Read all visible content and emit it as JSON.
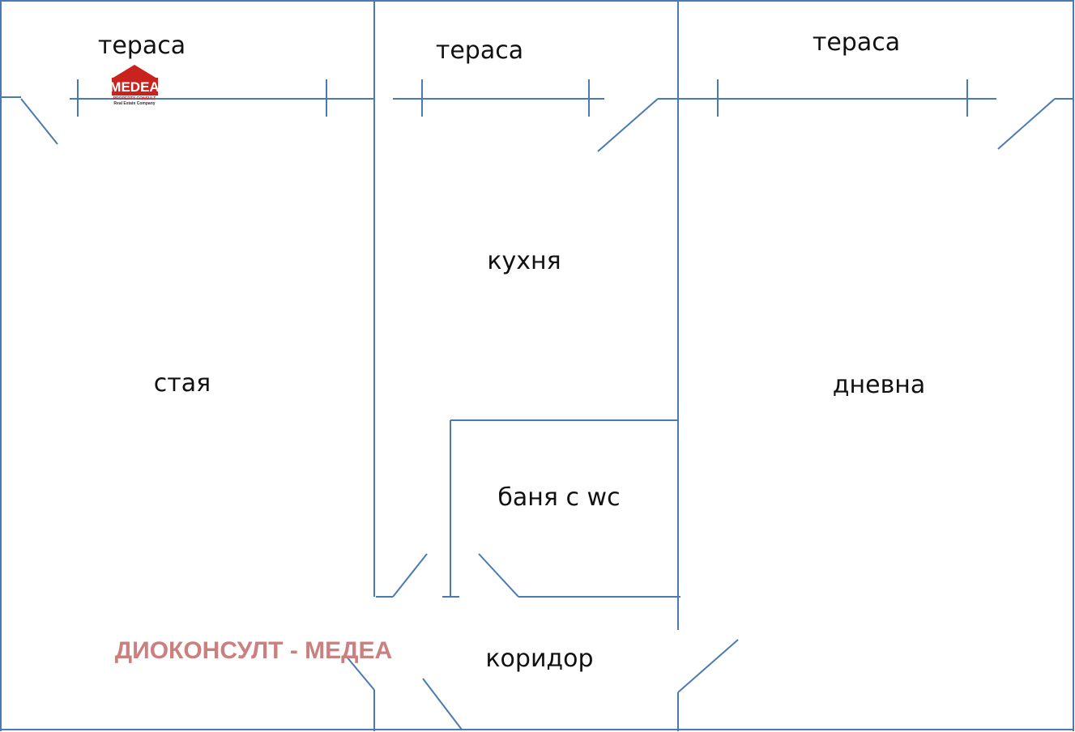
{
  "rooms": {
    "terrace_left": "тераса",
    "terrace_middle": "тераса",
    "terrace_right": "тераса",
    "kitchen": "кухня",
    "bedroom": "стая",
    "living_room": "дневна",
    "bathroom": "баня с wc",
    "corridor": "коридор"
  },
  "logo": {
    "name": "MEDEA",
    "subtitle": "PROPERTY CONSULT",
    "tagline": "Real Estate Company",
    "color": "#c8231e"
  },
  "watermark": "ДИОКОНСУЛТ - МЕДЕА",
  "colors": {
    "wall": "#4a7ab0",
    "watermark": "#cc7f7f",
    "label": "#111111"
  }
}
